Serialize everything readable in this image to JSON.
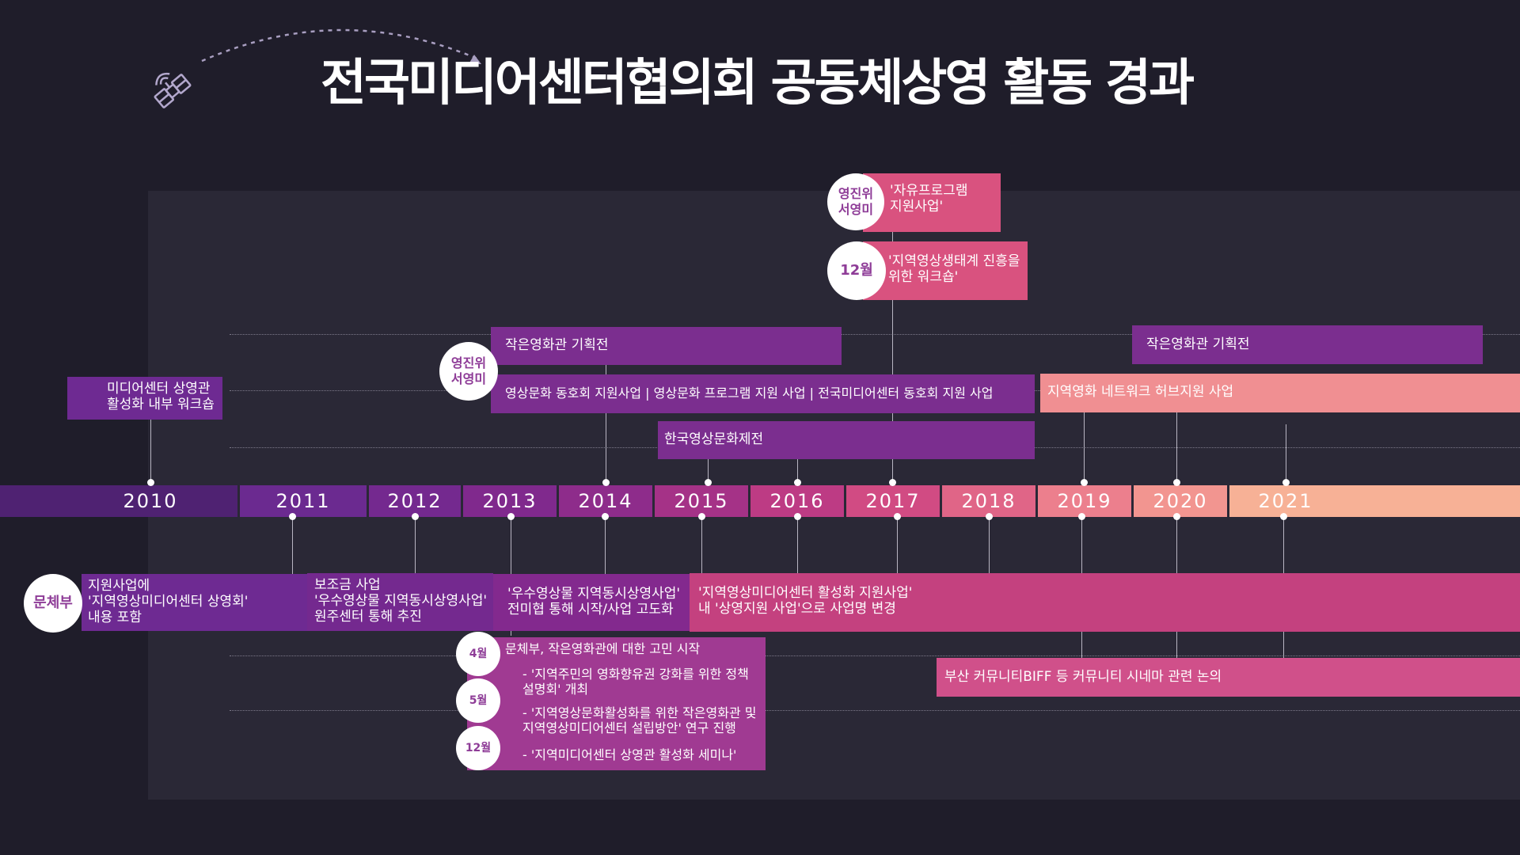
{
  "title": "전국미디어센터협의회 공동체상영 활동 경과",
  "icons": [
    "satellite-icon"
  ],
  "colors": {
    "background": "#1f1d2a",
    "panel": "#2a2836",
    "purple_dark": "#6e2a92",
    "purple": "#7b2e8f",
    "magenta": "#c4417f",
    "pink": "#d9527f",
    "salmon": "#f08f92",
    "peach": "#f6b297"
  },
  "years": [
    "2010",
    "2011",
    "2012",
    "2013",
    "2014",
    "2015",
    "2016",
    "2017",
    "2018",
    "2019",
    "2020",
    "2021"
  ],
  "upper": {
    "workshop_2010": [
      "미디어센터 상영관",
      "활성화 내부 워크숍"
    ],
    "kofic_free_badge": [
      "영진위",
      "서영미"
    ],
    "kofic_free_text": [
      "'자유프로그램",
      "지원사업'"
    ],
    "dec_badge": "12월",
    "dec_text": [
      "'지역영상생태계 진흥을",
      "위한 워크숍'"
    ],
    "cinema_exhibition_1": "작은영화관 기획전",
    "cinema_exhibition_2": "작은영화관 기획전",
    "kofic_club_badge": [
      "영진위",
      "서영미"
    ],
    "club_support": "영상문화 동호회 지원사업 | 영상문화 프로그램 지원 사업 | 전국미디어센터 동호회 지원 사업",
    "film_festival": "한국영상문화제전",
    "network_hub": "지역영화 네트워크 허브지원 사업"
  },
  "lower": {
    "ministry_badge": "문체부",
    "support_include": [
      "지원사업에",
      "'지역영상미디어센터 상영회'",
      "내용 포함"
    ],
    "subsidy": [
      "보조금 사업",
      "'우수영상물 지역동시상영사업'",
      " 원주센터 통해 추진"
    ],
    "excellent_start": [
      "'우수영상물 지역동시상영사업'",
      "전미협 통해 시작/사업 고도화"
    ],
    "name_change": [
      "'지역영상미디어센터 활성화 지원사업'",
      "내 '상영지원 사업'으로 사업명 변경"
    ],
    "badge_apr": "4월",
    "badge_may": "5월",
    "badge_dec": "12월",
    "apr_text": "문체부, 작은영화관에 대한 고민 시작",
    "may_text_1": [
      "- '지역주민의 영화향유권 강화를 위한 정책",
      "설명회' 개최"
    ],
    "may_text_2": [
      "- '지역영상문화활성화를 위한 작은영화관 및",
      "지역영상미디어센터 설립방안' 연구 진행"
    ],
    "dec_text": "- '지역미디어센터 상영관 활성화 세미나'",
    "busan": "부산 커뮤니티BIFF 등 커뮤니티 시네마 관련 논의"
  }
}
